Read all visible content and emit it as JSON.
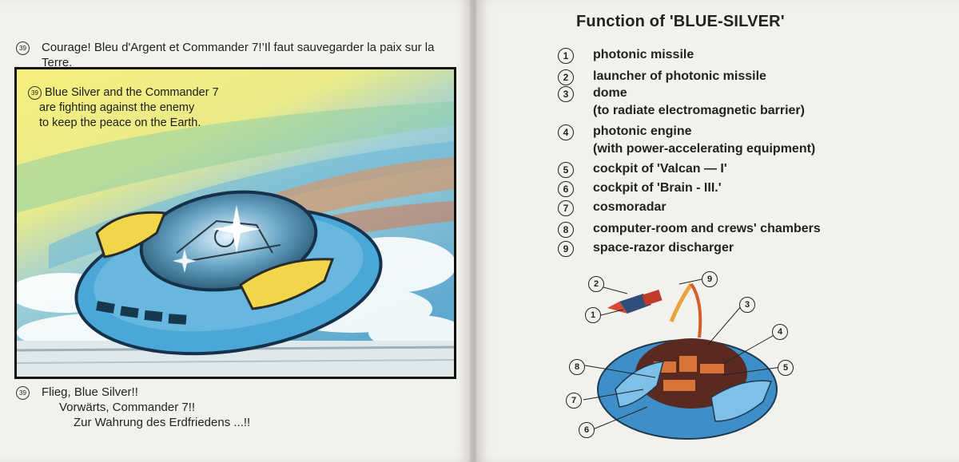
{
  "left_page": {
    "page_marker": "39",
    "french_caption": "Courage! Bleu d'Argent et Commander 7!’Il faut sauvegarder la paix sur la Terre.",
    "panel_caption": {
      "marker": "39",
      "line1": "Blue Silver and the Commander 7",
      "line2": "are fighting against the enemy",
      "line3": "to keep the peace on the Earth."
    },
    "german_caption": {
      "line1": "Flieg, Blue Silver!!",
      "line2": "Vorwärts, Commander 7!!",
      "line3": "Zur Wahrung des Erdfriedens ...!!"
    },
    "colors": {
      "sky_yellow": "#f4ec7a",
      "sky_blue": "#6fb6d6",
      "ship_blue": "#4aa7d8",
      "thruster_yellow": "#f2d64a"
    }
  },
  "right_page": {
    "title": "Function of 'BLUE-SILVER'",
    "functions": [
      {
        "num": "1",
        "label": "photonic missile",
        "sub": ""
      },
      {
        "num": "2",
        "label": "launcher of photonic missile",
        "sub": ""
      },
      {
        "num": "3",
        "label": "dome",
        "sub": "(to radiate electromagnetic barrier)"
      },
      {
        "num": "4",
        "label": "photonic engine",
        "sub": "(with power-accelerating equipment)"
      },
      {
        "num": "5",
        "label": "cockpit of 'Valcan — I'",
        "sub": ""
      },
      {
        "num": "6",
        "label": "cockpit of 'Brain - III.'",
        "sub": ""
      },
      {
        "num": "7",
        "label": "cosmoradar",
        "sub": ""
      },
      {
        "num": "8",
        "label": "computer-room and crews' chambers",
        "sub": ""
      },
      {
        "num": "9",
        "label": "space-razor discharger",
        "sub": ""
      }
    ],
    "callouts": [
      "1",
      "2",
      "3",
      "4",
      "5",
      "6",
      "7",
      "8",
      "9"
    ]
  }
}
